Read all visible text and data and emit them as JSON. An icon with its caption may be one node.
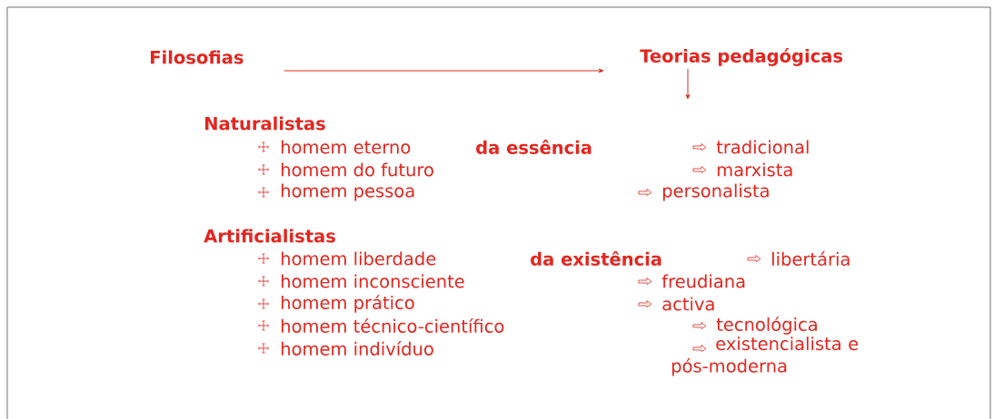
{
  "diagram": {
    "nodes": [
      {
        "text": [
          "Filosofias"
        ]
      },
      {
        "text": [
          "Teorias pedagógicas"
        ]
      }
    ],
    "edges": [
      {
        "from": 0,
        "to": 1,
        "arrow": "to"
      },
      {
        "from": 1,
        "to": null,
        "arrow": "to"
      }
    ],
    "labels": [
      "Naturalistas",
      "homem eterno",
      "da essência",
      "tradicional",
      "homem do futuro",
      "marxista",
      "homem pessoa",
      "personalista",
      "Artificialistas",
      "homem liberdade",
      "da existência",
      "libertária",
      "homem inconsciente",
      "freudiana",
      "homem prático",
      "activa",
      "homem técnico-científico",
      "tecnológica",
      "homem indivíduo",
      "existencialista e pós-moderna"
    ]
  }
}
